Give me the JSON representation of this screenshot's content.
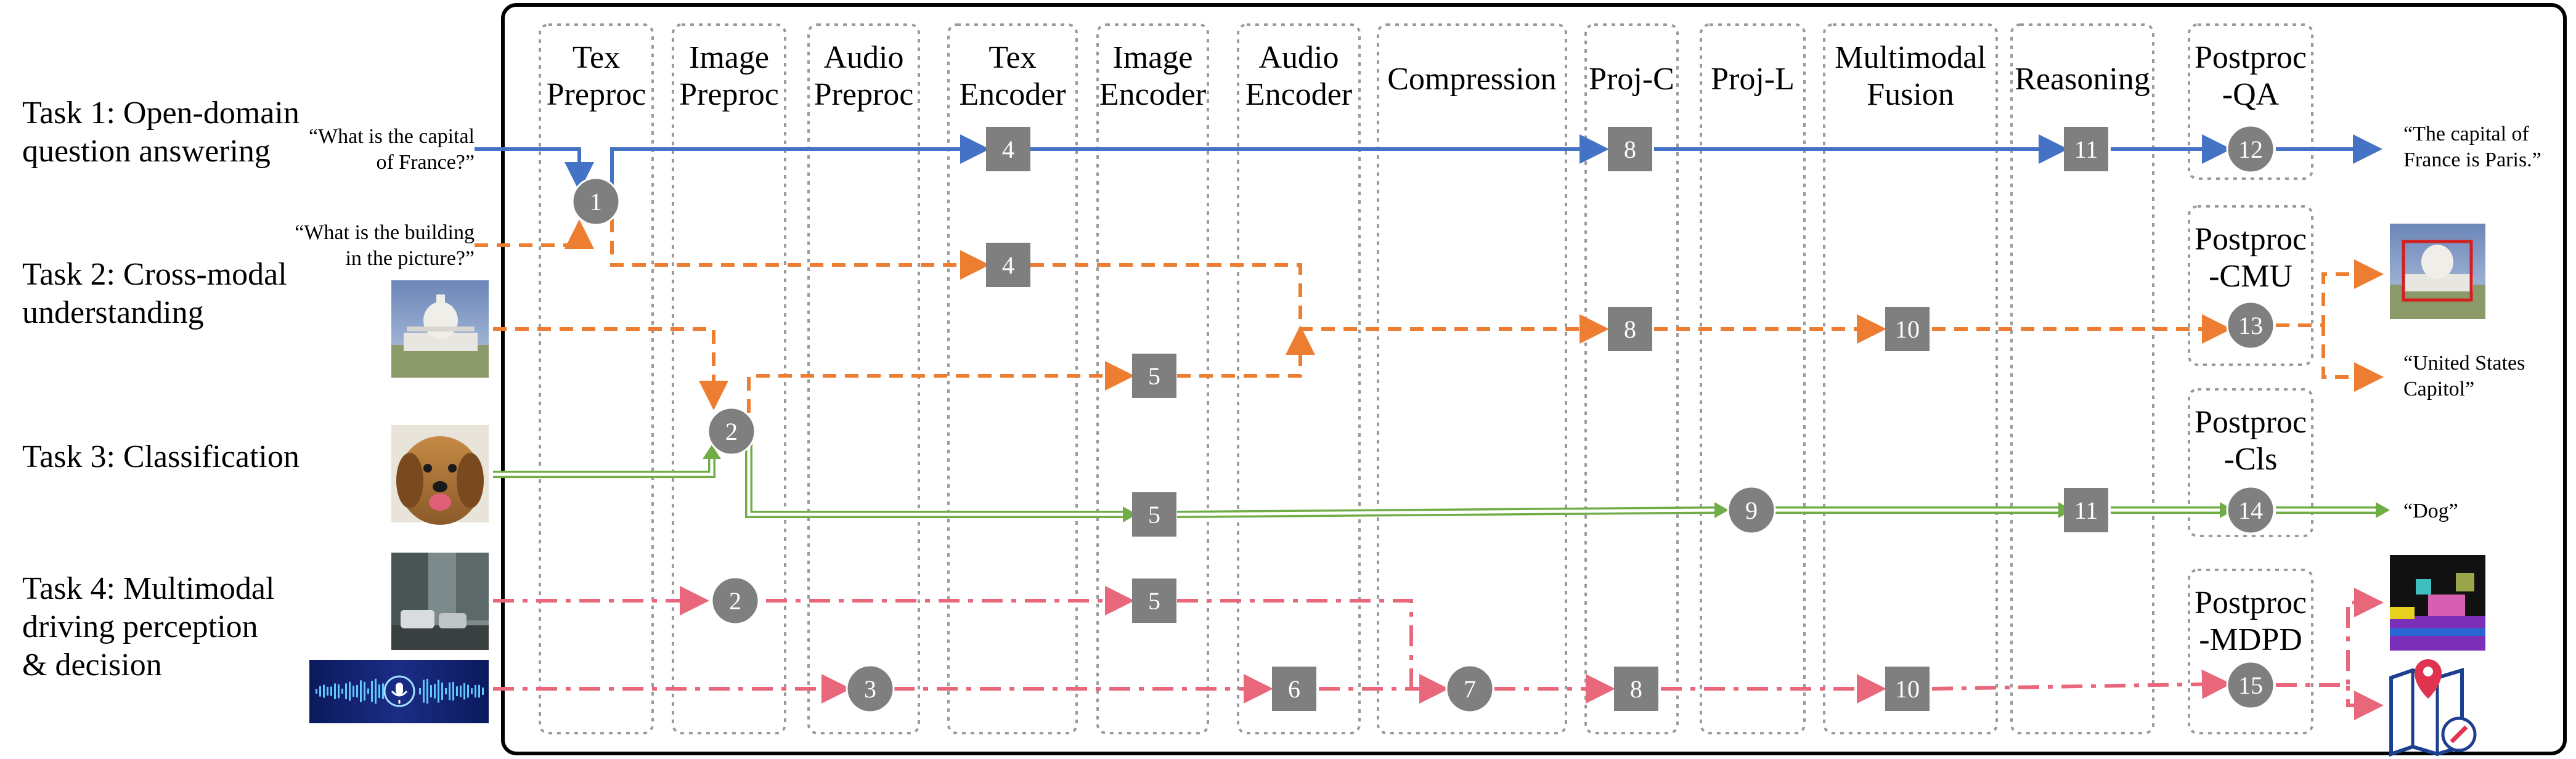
{
  "columns": [
    {
      "id": "tex-preproc",
      "label": [
        "Tex",
        "Preproc"
      ]
    },
    {
      "id": "image-preproc",
      "label": [
        "Image",
        "Preproc"
      ]
    },
    {
      "id": "audio-preproc",
      "label": [
        "Audio",
        "Preproc"
      ]
    },
    {
      "id": "tex-encoder",
      "label": [
        "Tex",
        "Encoder"
      ]
    },
    {
      "id": "image-encoder",
      "label": [
        "Image",
        "Encoder"
      ]
    },
    {
      "id": "audio-encoder",
      "label": [
        "Audio",
        "Encoder"
      ]
    },
    {
      "id": "compression",
      "label": [
        "Compression"
      ]
    },
    {
      "id": "proj-c",
      "label": [
        "Proj-C"
      ]
    },
    {
      "id": "proj-l",
      "label": [
        "Proj-L"
      ]
    },
    {
      "id": "multimodal-fusion",
      "label": [
        "Multimodal",
        "Fusion"
      ]
    },
    {
      "id": "reasoning",
      "label": [
        "Reasoning"
      ]
    }
  ],
  "postproc": [
    {
      "id": "qa",
      "label": [
        "Postproc",
        "-QA"
      ]
    },
    {
      "id": "cmu",
      "label": [
        "Postproc",
        "-CMU"
      ]
    },
    {
      "id": "cls",
      "label": [
        "Postproc",
        "-Cls"
      ]
    },
    {
      "id": "mdpd",
      "label": [
        "Postproc",
        "-MDPD"
      ]
    }
  ],
  "tasks": [
    {
      "id": "task1",
      "lines": [
        "Task 1: Open-domain",
        "question answering"
      ]
    },
    {
      "id": "task2",
      "lines": [
        "Task 2: Cross-modal",
        "understanding"
      ]
    },
    {
      "id": "task3",
      "lines": [
        "Task 3: Classification"
      ]
    },
    {
      "id": "task4",
      "lines": [
        "Task 4: Multimodal",
        "driving perception",
        "& decision"
      ]
    }
  ],
  "inputs": {
    "task1_question": [
      "“What is the capital",
      "of France?”"
    ],
    "task2_question": [
      "“What is the building",
      "in the picture?”"
    ],
    "task2_image": "capitol-photo",
    "task3_image": "dog-photo",
    "task4_image": "street-photo",
    "task4_audio": "audio-waveform"
  },
  "outputs": {
    "task1_answer": [
      "“The capital of",
      "France is Paris.”"
    ],
    "task2_answer": [
      "“United States",
      "Capitol”"
    ],
    "task2_image": "capitol-detection",
    "task3_answer": [
      "“Dog”"
    ],
    "task4_image": "segmentation-map",
    "task4_icon": "map-pin-icon"
  },
  "nodes": [
    {
      "label": "1",
      "shape": "circle",
      "task": "shared-1-2"
    },
    {
      "label": "4",
      "shape": "square",
      "task": "task1"
    },
    {
      "label": "8",
      "shape": "square",
      "task": "task1"
    },
    {
      "label": "11",
      "shape": "square",
      "task": "task1"
    },
    {
      "label": "12",
      "shape": "circle",
      "task": "task1"
    },
    {
      "label": "4",
      "shape": "square",
      "task": "task2"
    },
    {
      "label": "8",
      "shape": "square",
      "task": "task2"
    },
    {
      "label": "10",
      "shape": "square",
      "task": "task2"
    },
    {
      "label": "13",
      "shape": "circle",
      "task": "task2"
    },
    {
      "label": "2",
      "shape": "circle",
      "task": "shared-2-3"
    },
    {
      "label": "5",
      "shape": "square",
      "task": "task2"
    },
    {
      "label": "5",
      "shape": "square",
      "task": "task3"
    },
    {
      "label": "9",
      "shape": "circle",
      "task": "task3"
    },
    {
      "label": "11",
      "shape": "square",
      "task": "task3"
    },
    {
      "label": "14",
      "shape": "circle",
      "task": "task3"
    },
    {
      "label": "2",
      "shape": "circle",
      "task": "task4"
    },
    {
      "label": "5",
      "shape": "square",
      "task": "task4"
    },
    {
      "label": "3",
      "shape": "circle",
      "task": "task4"
    },
    {
      "label": "6",
      "shape": "square",
      "task": "task4"
    },
    {
      "label": "7",
      "shape": "circle",
      "task": "task4"
    },
    {
      "label": "8",
      "shape": "square",
      "task": "task4"
    },
    {
      "label": "10",
      "shape": "square",
      "task": "task4"
    },
    {
      "label": "15",
      "shape": "circle",
      "task": "task4"
    }
  ],
  "colors": {
    "task1": "#4472C4",
    "task2": "#ED7D31",
    "task3": "#70AD47",
    "task4": "#E8677A",
    "node": "#7F7F7F",
    "column_border": "#9A9A9A"
  }
}
